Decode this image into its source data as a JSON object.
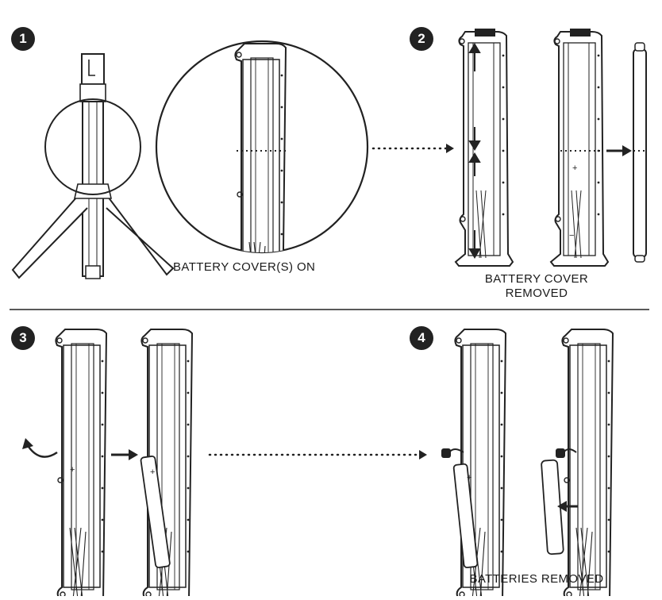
{
  "steps": [
    {
      "number": "1",
      "caption_lines": [
        "BATTERY COVER(S) ON"
      ]
    },
    {
      "number": "2",
      "caption_lines": [
        "BATTERY COVER",
        "REMOVED"
      ]
    },
    {
      "number": "3",
      "caption_lines": []
    },
    {
      "number": "4",
      "caption_lines": [
        "BATTERIES REMOVED"
      ]
    }
  ],
  "symbols": {
    "plus": "+",
    "minus": "−"
  },
  "colors": {
    "ink": "#222222",
    "paper": "#ffffff",
    "badge": "#222222"
  }
}
